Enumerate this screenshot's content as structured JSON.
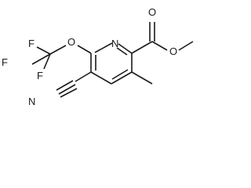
{
  "molecule": {
    "atoms": {
      "n": "N",
      "o_ether": "O",
      "o_carbonyl": "O",
      "o_ester": "O",
      "f_top": "F",
      "f_left": "F",
      "f_bottom": "F",
      "n_nitrile": "N"
    }
  }
}
